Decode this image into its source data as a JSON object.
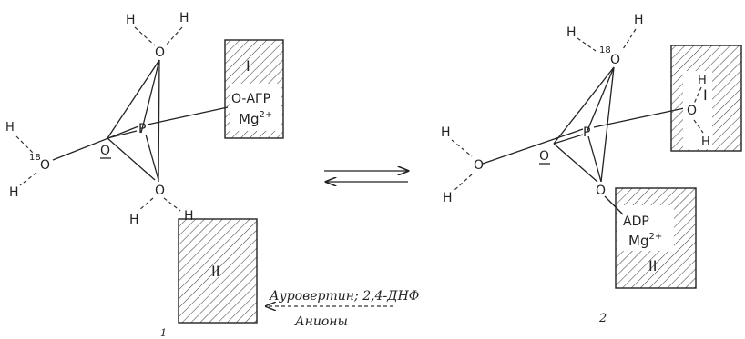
{
  "left_scheme": {
    "number_label": "1",
    "atoms": {
      "H_top_left": "H",
      "H_top_right": "H",
      "O_top": "O",
      "P": "P",
      "O_under": "O",
      "O_bottom": "O",
      "H_bottom_left": "H",
      "H_bottom_right": "H",
      "H_water_top": "H",
      "O_water_18": "O",
      "H_water_bottom": "H",
      "isotope": "18"
    },
    "box_I": {
      "roman": "I",
      "line1": "O-АГР",
      "line2_main": "Mg",
      "line2_sup": "2+"
    },
    "box_II": {
      "roman": "II"
    },
    "annotation": {
      "line1": "Ауровертин; 2,4-ДНФ",
      "line2": "Анионы"
    }
  },
  "right_scheme": {
    "number_label": "2",
    "atoms": {
      "H_top_left": "H",
      "H_top_right": "H",
      "O_top_18": "O",
      "isotope": "18",
      "P": "P",
      "O_under": "O",
      "O_bottom": "O",
      "H_water_top": "H",
      "O_water": "O",
      "H_water_bottom": "H"
    },
    "box_I": {
      "roman": "I",
      "O": "O",
      "H_top": "H",
      "H_bottom": "H"
    },
    "box_II": {
      "roman": "II",
      "line1": "ADP",
      "line2_main": "Mg",
      "line2_sup": "2+"
    }
  },
  "colors": {
    "ink": "#222222",
    "hatch": "#444444",
    "background": "#ffffff"
  },
  "equilibrium": "reversible-arrows"
}
